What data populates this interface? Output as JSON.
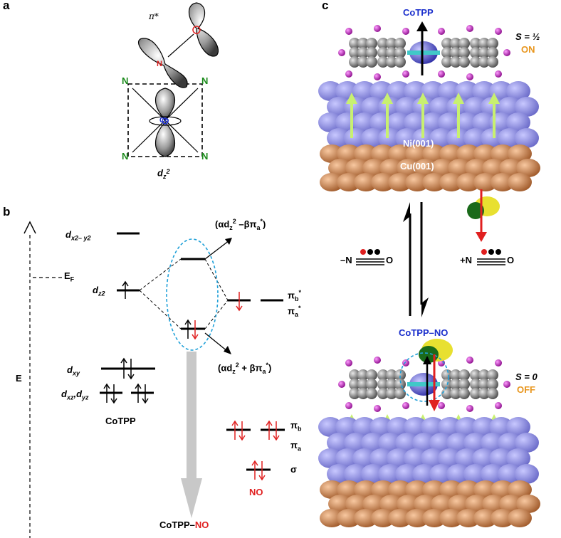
{
  "panels": {
    "a": "a",
    "b": "b",
    "c": "c"
  },
  "panel_a": {
    "pi_star": "π*",
    "O": "O",
    "N_red": "N",
    "Co": "Co",
    "N_labels": [
      "N",
      "N",
      "N",
      "N"
    ],
    "dz2_main": "d",
    "dz2_sub": "z",
    "dz2_sup": "2"
  },
  "panel_b": {
    "E": "E",
    "EF_main": "E",
    "EF_sub": "F",
    "dx2y2_main": "d",
    "dx2y2_sub": "x2– y2",
    "dz2_main": "d",
    "dz2_sub": "z2",
    "dxy_main": "d",
    "dxy_sub": "xy",
    "dxz_main": "d",
    "dxz_sub": "xz",
    "dyz_main": "d",
    "dyz_sub": "yz",
    "cotpp": "CoTPP",
    "upper_combo": "(αd",
    "upper_combo_rest": " –βπ",
    "lower_combo": "(αd",
    "lower_combo_rest": " + βπ",
    "pib_star": "π",
    "pia_star": "π",
    "pib": "π",
    "pia": "π",
    "sigma": "σ",
    "no": "NO",
    "cotpp_no_a": "CoTPP–",
    "cotpp_no_b": "NO"
  },
  "panel_c": {
    "cotpp": "CoTPP",
    "spin_half": "S = ½",
    "on": "ON",
    "ni": "Ni(001)",
    "cu": "Cu(001)",
    "minus_n": "–N",
    "minus_o": "O",
    "plus_n": "+N",
    "plus_o": "O",
    "cotpp_no": "CoTPP–NO",
    "spin_zero": "S = 0",
    "off": "OFF"
  },
  "colors": {
    "blue_title": "#1a2ecc",
    "orange": "#e8961e",
    "red": "#e02020",
    "green": "#1a8a1a",
    "ni": "#8c8cdc",
    "cu": "#c8784a",
    "cyan": "#1fa0d8",
    "lime": "#c8f070"
  }
}
